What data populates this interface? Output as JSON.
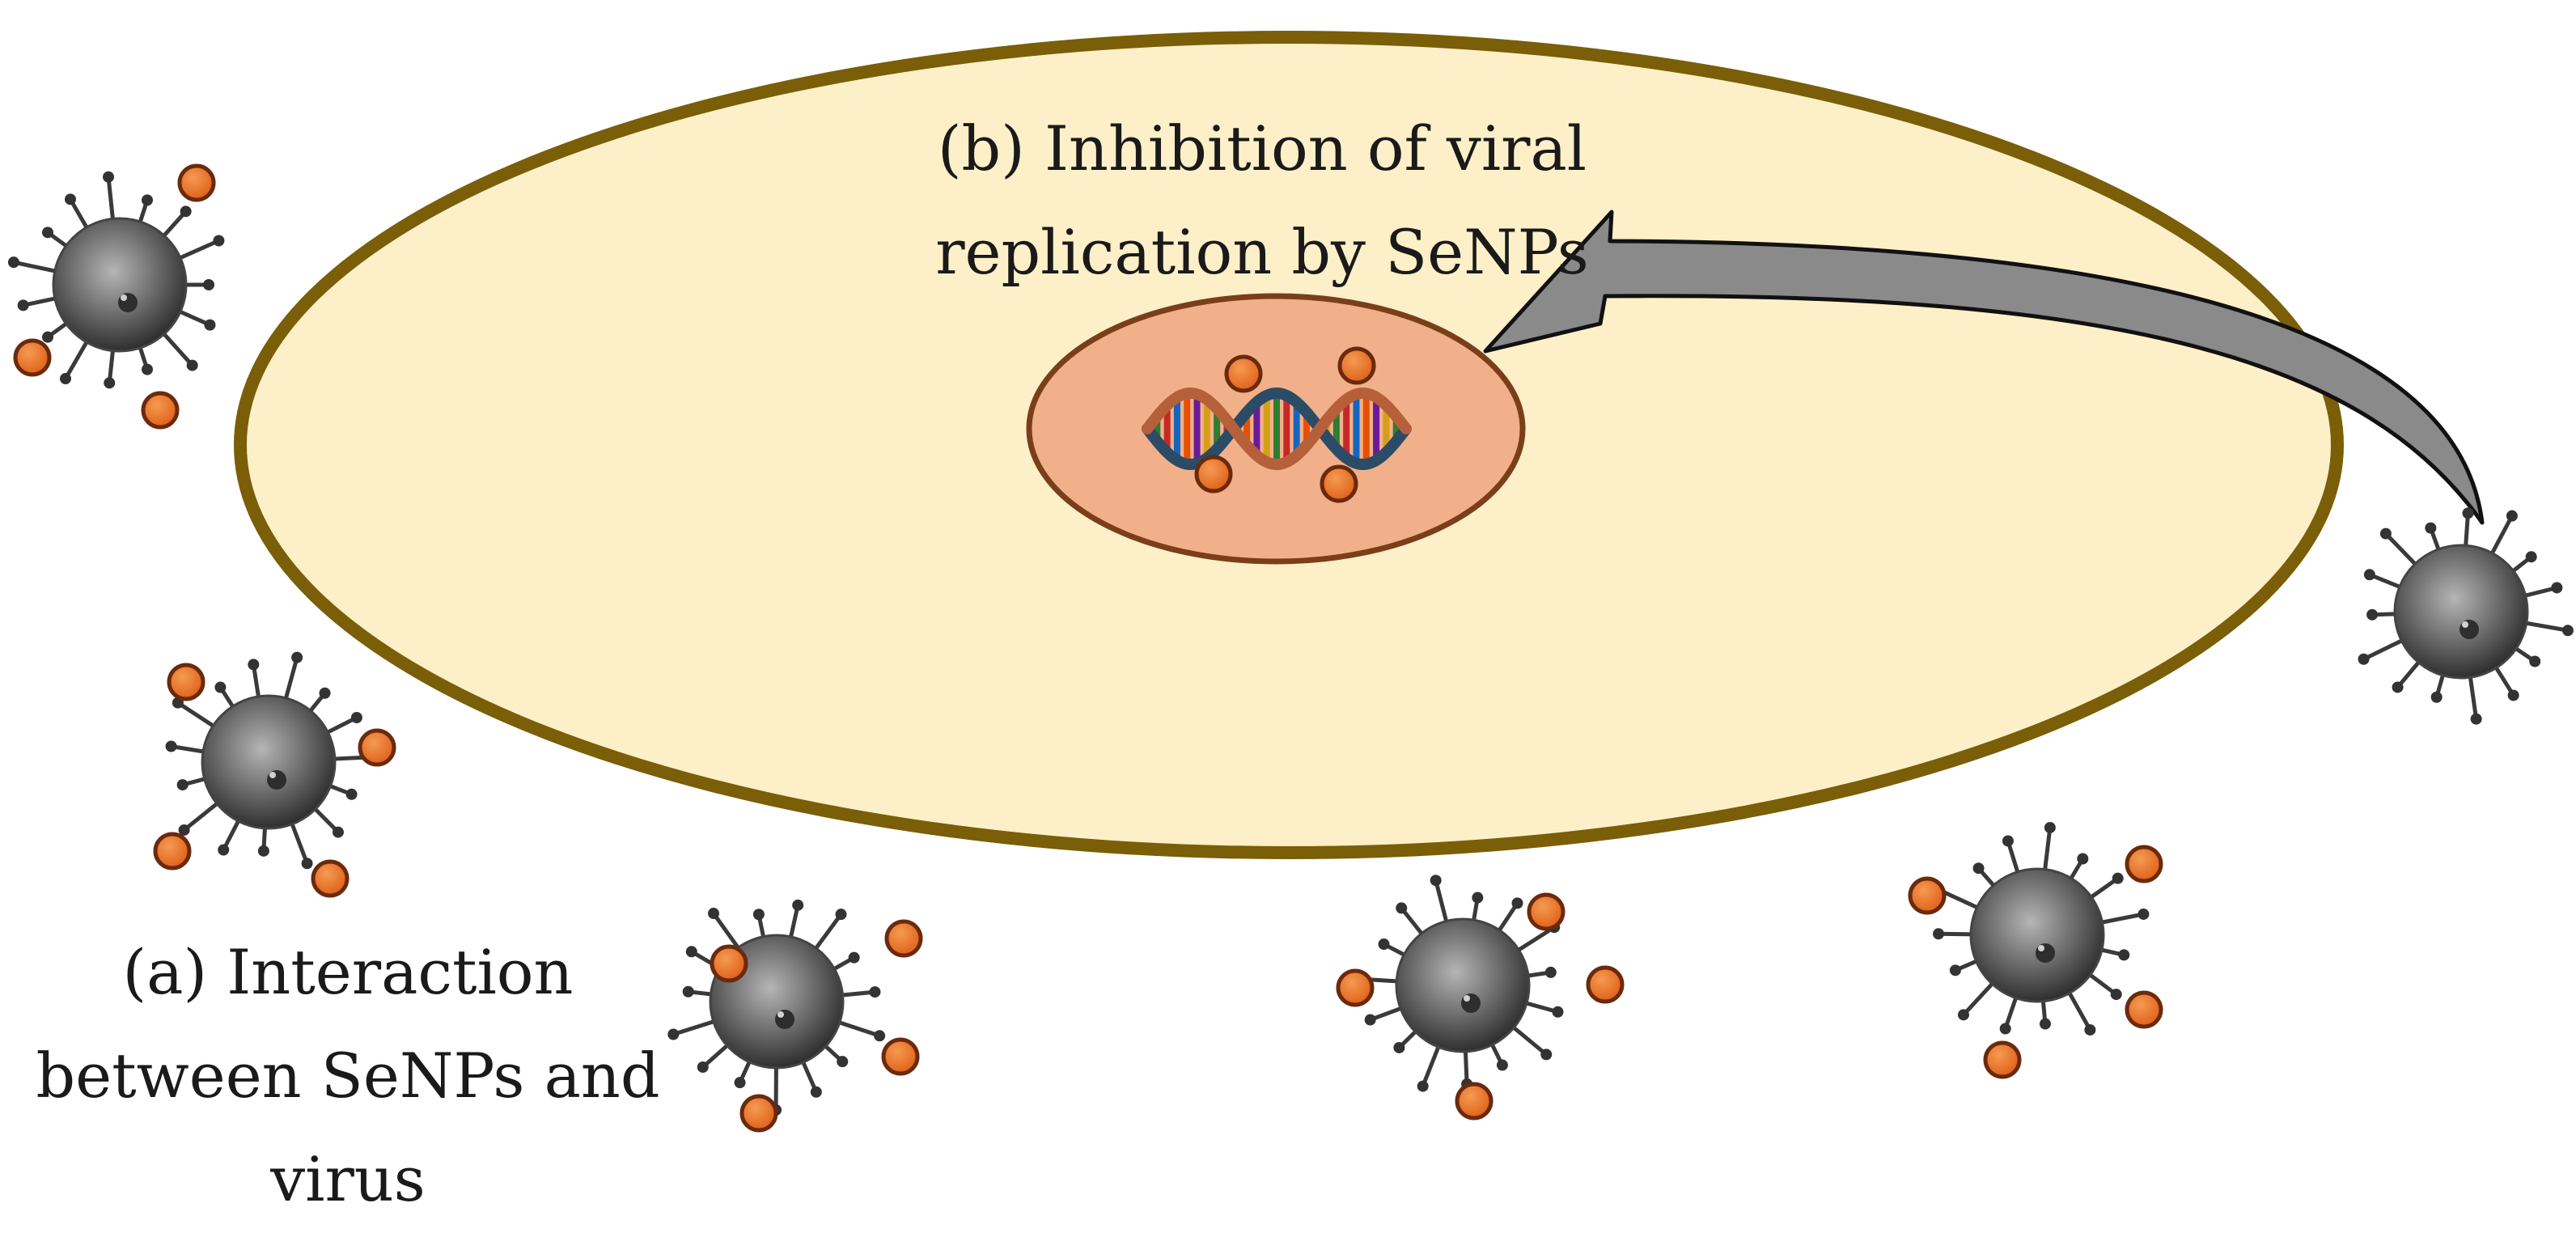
{
  "labels": {
    "b": {
      "line1": "(b) Inhibition of viral",
      "line2": "replication by SeNPs"
    },
    "a": {
      "line1": "(a) Interaction",
      "line2": "between SeNPs and",
      "line3": "virus"
    }
  },
  "colors": {
    "cell_fill": "#fdf0c8",
    "cell_border": "#7a5e08",
    "nucleus_fill": "#f1b089",
    "nucleus_border": "#7a3e1a",
    "senp_fill": "#e8701e",
    "senp_border": "#6b2a0c",
    "virus_body": "#7a7a7a",
    "virus_core": "#2e2e2e",
    "arrow_fill": "#8a8a8a",
    "arrow_border": "#111111"
  },
  "icons": {
    "virus": "virus-particle-icon",
    "senp": "selenium-nanoparticle-icon",
    "dna": "dna-double-helix-icon",
    "arrow": "curved-arrow-icon"
  }
}
